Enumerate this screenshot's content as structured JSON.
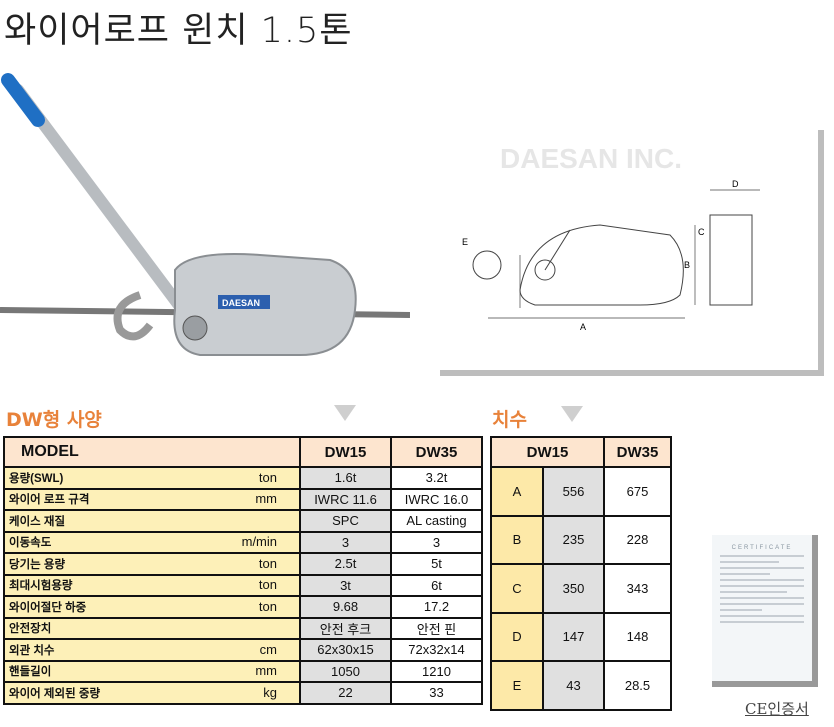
{
  "title": "와이어로프 윈치 1.5톤",
  "photo": {
    "brand_label": "DAESAN"
  },
  "drawing": {
    "labels": [
      "A",
      "B",
      "C",
      "D",
      "E"
    ],
    "watermark": "DAESAN INC."
  },
  "spec": {
    "heading": "DW형 사양",
    "header": {
      "label": "MODEL",
      "col1": "DW15",
      "col2": "DW35"
    },
    "rows": [
      {
        "label": "용량(SWL)",
        "unit": "ton",
        "dw15": "1.6t",
        "dw35": "3.2t"
      },
      {
        "label": "와이어 로프 규격",
        "unit": "mm",
        "dw15": "IWRC 11.6",
        "dw35": "IWRC 16.0"
      },
      {
        "label": "케이스 재질",
        "unit": "",
        "dw15": "SPC",
        "dw35": "AL casting"
      },
      {
        "label": "이동속도",
        "unit": "m/min",
        "dw15": "3",
        "dw35": "3"
      },
      {
        "label": "당기는 용량",
        "unit": "ton",
        "dw15": "2.5t",
        "dw35": "5t"
      },
      {
        "label": "최대시험용량",
        "unit": "ton",
        "dw15": "3t",
        "dw35": "6t"
      },
      {
        "label": "와이어절단 하중",
        "unit": "ton",
        "dw15": "9.68",
        "dw35": "17.2"
      },
      {
        "label": "안전장치",
        "unit": "",
        "dw15": "안전 후크",
        "dw35": "안전 핀"
      },
      {
        "label": "외관 치수",
        "unit": "cm",
        "dw15": "62x30x15",
        "dw35": "72x32x14"
      },
      {
        "label": "핸들길이",
        "unit": "mm",
        "dw15": "1050",
        "dw35": "1210"
      },
      {
        "label": "와이어 제외된 중량",
        "unit": "kg",
        "dw15": "22",
        "dw35": "33"
      }
    ]
  },
  "dimensions": {
    "heading": "치수",
    "header": {
      "col1": "DW15",
      "col2": "DW35"
    },
    "rows": [
      {
        "label": "A",
        "dw15": "556",
        "dw35": "675"
      },
      {
        "label": "B",
        "dw15": "235",
        "dw35": "228"
      },
      {
        "label": "C",
        "dw15": "350",
        "dw35": "343"
      },
      {
        "label": "D",
        "dw15": "147",
        "dw35": "148"
      },
      {
        "label": "E",
        "dw15": "43",
        "dw35": "28.5"
      }
    ]
  },
  "certificate": {
    "heading": "CERTIFICATE",
    "label": "CE인증서"
  }
}
